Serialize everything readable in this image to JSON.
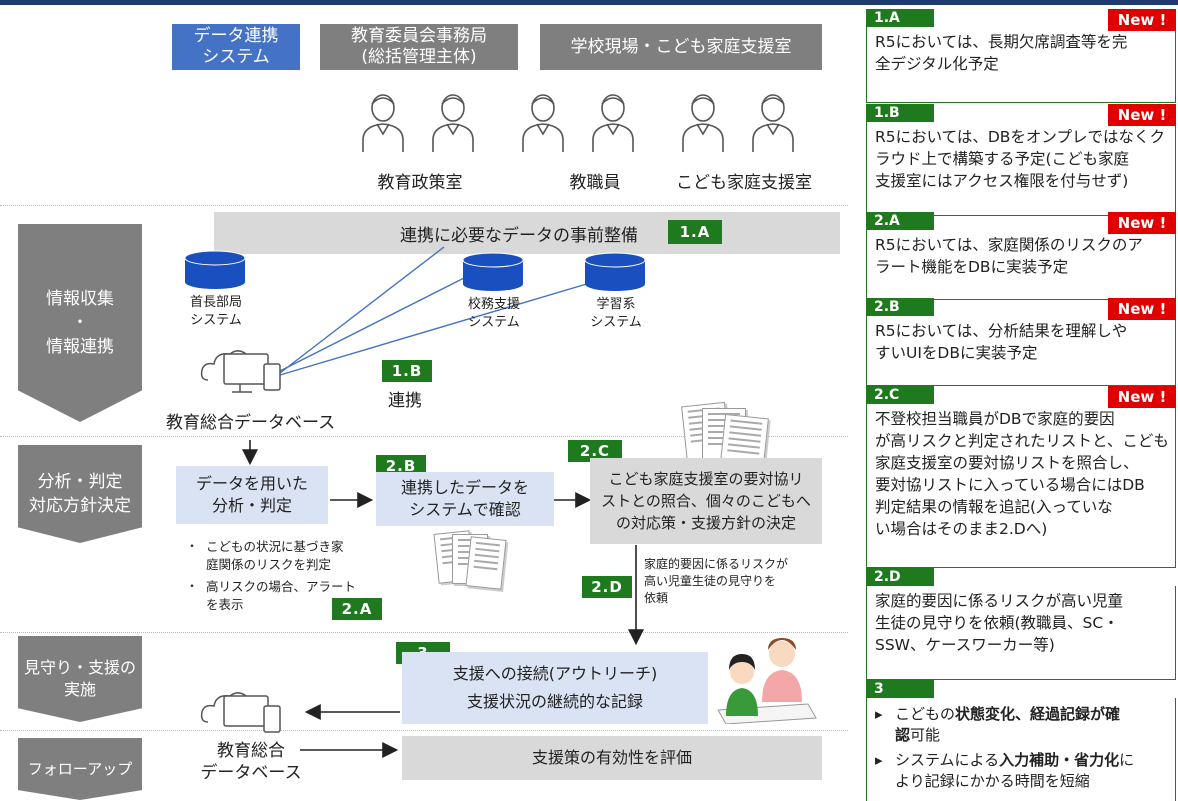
{
  "headers": {
    "system": "データ連携\nシステム",
    "board": "教育委員会事務局\n(総括管理主体)",
    "school": "学校現場・こども家庭支援室"
  },
  "roles": {
    "policy": "教育政策室",
    "staff": "教職員",
    "support": "こども家庭支援室"
  },
  "phases": {
    "collect": "情報収集\n・\n情報連携",
    "analyze": "分析・判定\n対応方針決定",
    "watch": "見守り・支援の\n実施",
    "follow": "フォローアップ"
  },
  "collect": {
    "prep_band": "連携に必要なデータの事前整備",
    "db_mayor": "首長部局\nシステム",
    "db_school": "校務支援\nシステム",
    "db_learning": "学習系\nシステム",
    "link_label": "連携",
    "central_db": "教育総合データベース"
  },
  "analyze": {
    "box_analysis": "データを用いた\n分析・判定",
    "box_confirm": "連携したデータを\nシステムで確認",
    "box_decide": "こども家庭支援室の要対協リ\nストとの照合、個々のこどもへ\nの対応策・支援方針の決定",
    "bullet1": "こどもの状況に基づき家\n庭関係のリスクを判定",
    "bullet2": "高リスクの場合、アラート\nを表示",
    "bullet_mark": "・",
    "risk_note": "家庭的要因に係るリスクが\n高い児童生徒の見守りを\n依頼"
  },
  "watch": {
    "line1": "支援への接続(アウトリーチ)",
    "line2": "支援状況の継続的な記録"
  },
  "follow": {
    "db": "教育総合\nデータベース",
    "evaluate": "支援策の有効性を評価"
  },
  "badges": {
    "b1a": "1.A",
    "b1b": "1.B",
    "b2a": "2.A",
    "b2b": "2.B",
    "b2c": "2.C",
    "b2d": "2.D",
    "b3": "3"
  },
  "panels": {
    "new_label": "New !",
    "p1a": {
      "badge": "1.A",
      "text": "R5においては、長期欠席調査等を完\n全デジタル化予定"
    },
    "p1b": {
      "badge": "1.B",
      "text": "R5においては、DBをオンプレではなくク\nラウド上で構築する予定(こども家庭\n支援室にはアクセス権限を付与せず)"
    },
    "p2a": {
      "badge": "2.A",
      "text": "R5においては、家庭関係のリスクのア\nラート機能をDBに実装予定"
    },
    "p2b": {
      "badge": "2.B",
      "text": "R5においては、分析結果を理解しや\nすいUIをDBに実装予定"
    },
    "p2c": {
      "badge": "2.C",
      "text": "不登校担当職員がDBで家庭的要因\nが高リスクと判定されたリストと、こども\n家庭支援室の要対協リストを照合し、\n要対協リストに入っている場合にはDB\n判定結果の情報を追記(入っていな\nい場合はそのまま2.Dへ)"
    },
    "p2d": {
      "badge": "2.D",
      "text": "家庭的要因に係るリスクが高い児童\n生徒の見守りを依頼(教職員、SC・\nSSW、ケースワーカー等)"
    },
    "p3": {
      "badge": "3",
      "bullet_mark": "▸",
      "b1_pre": "こどもの",
      "b1_bold": "状態変化、経過記録が確\n認",
      "b1_post": "可能",
      "b2_pre": "システムによる",
      "b2_bold": "入力補助・省力化",
      "b2_post": "に\nより記録にかかる時間を短縮"
    }
  },
  "colors": {
    "accent_blue": "#4472c4",
    "header_gray": "#7f7f7f",
    "badge_green": "#1f7a1f",
    "new_red": "#e00000",
    "light_blue": "#dae3f3",
    "light_gray": "#d9d9d9"
  }
}
